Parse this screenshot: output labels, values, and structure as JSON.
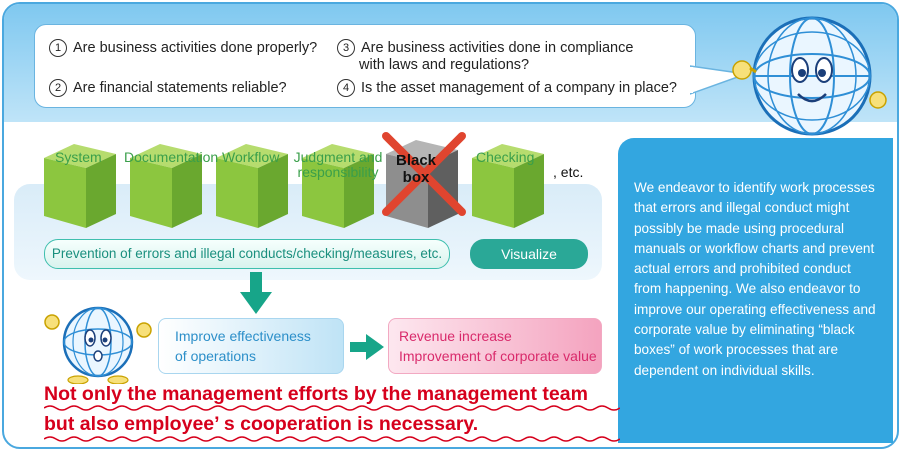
{
  "questions": [
    {
      "num": "1",
      "text": "Are business activities done properly?"
    },
    {
      "num": "2",
      "text": "Are financial statements reliable?"
    },
    {
      "num": "3",
      "text": "Are business activities done in compliance",
      "text2": "with laws and regulations?"
    },
    {
      "num": "4",
      "text": "Is the asset management of a company in place?"
    }
  ],
  "cubes": [
    {
      "label": "System"
    },
    {
      "label": "Documentation"
    },
    {
      "label": "Workflow"
    },
    {
      "label": "Judgment and responsibility"
    },
    {
      "label": "Black box"
    },
    {
      "label": "Checking"
    }
  ],
  "etc_label": ", etc.",
  "prevention_label": "Prevention of errors and illegal conducts/checking/measures, etc.",
  "visualize_label": "Visualize",
  "improve": {
    "line1": "Improve effectiveness",
    "line2": "of operations"
  },
  "revenue": {
    "line1": "Revenue increase",
    "line2": "Improvement of corporate value"
  },
  "message": {
    "line1": "Not only the management efforts by the management team",
    "line2": "but also employee’ s cooperation is necessary."
  },
  "description": "We endeavor to identify work processes that errors and illegal conduct might possibly be made using procedural manuals or workflow charts and prevent actual errors and prohibited conduct from happening. We also endeavor to improve our operating effectiveness and corporate value by eliminating “black boxes” of work processes that are dependent on individual skills.",
  "colors": {
    "frame": "#4aa8df",
    "cube_green": "#8cc63f",
    "black_box": "#777777",
    "cross": "#e0452f",
    "arrow": "#17a589",
    "message_red": "#d6001c",
    "panel_blue": "#33a6e0"
  }
}
